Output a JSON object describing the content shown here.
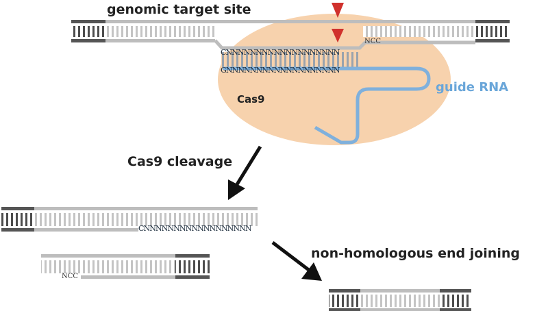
{
  "labels": {
    "genomic_target_site": "genomic target site",
    "guide_rna": "guide RNA",
    "cas9": "Cas9",
    "cas9_cleavage": "Cas9 cleavage",
    "nhej": "non-homologous end joining",
    "ncc_top": "NCC",
    "ncc_bottom": "NCC"
  },
  "sequences": {
    "target_strand": "CNNNNNNNNNNNNNNNNNNN",
    "guide_strand": "GNNNNNNNNNNNNNNNNNNN",
    "cleaved_strand": "CNNNNNNNNNNNNNNNNNN"
  },
  "colors": {
    "cas9_body": "#f7d2ad",
    "guide_rna": "#7fb0dc",
    "guide_rna_label": "#6aa6d9",
    "cut_marker": "#d0312d",
    "dna_dark": "#555555",
    "dna_light": "#bdbdbd",
    "arrow": "#111111"
  }
}
